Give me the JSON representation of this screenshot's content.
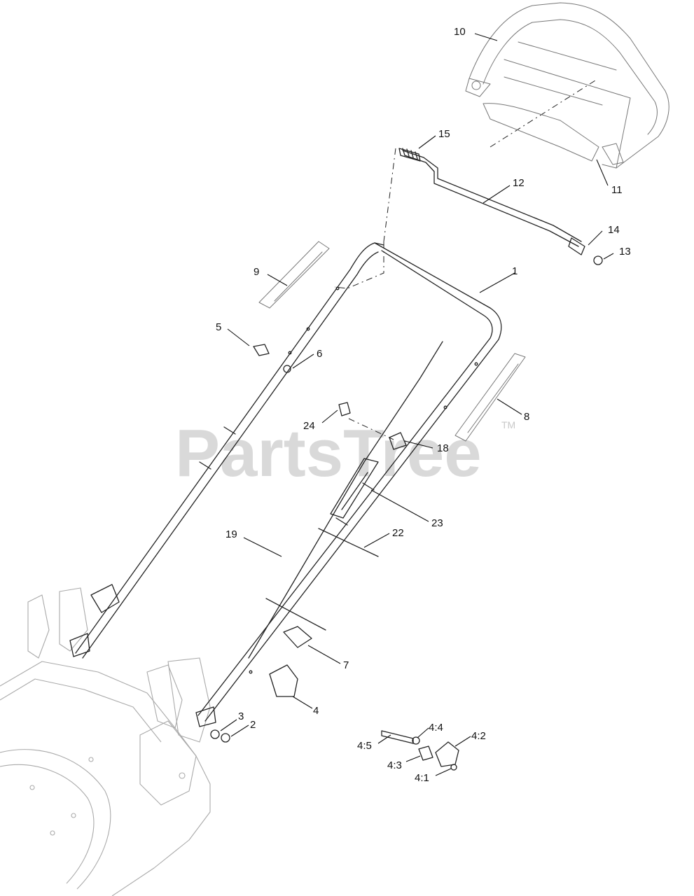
{
  "watermark": {
    "text": "PartsTree",
    "trademark": "TM"
  },
  "callouts": {
    "c1": "1",
    "c2": "2",
    "c3": "3",
    "c4": "4",
    "c5": "5",
    "c6": "6",
    "c7": "7",
    "c8": "8",
    "c9": "9",
    "c10": "10",
    "c11": "11",
    "c12": "12",
    "c13": "13",
    "c14": "14",
    "c15": "15",
    "c18": "18",
    "c19": "19",
    "c22": "22",
    "c23": "23",
    "c24": "24",
    "c4_1": "4:1",
    "c4_2": "4:2",
    "c4_3": "4:3",
    "c4_4": "4:4",
    "c4_5": "4:5"
  },
  "colors": {
    "line": "#222222",
    "ghost": "#777777",
    "watermark": "#d3d3d3"
  }
}
